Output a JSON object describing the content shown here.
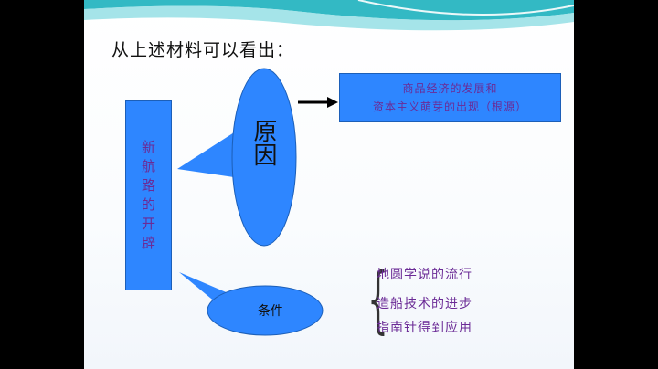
{
  "slide": {
    "heading": "从上述材料可以看出：",
    "left_box_text": "新航路的开辟",
    "cause_label": "原因",
    "result_lines": [
      "商品经济的发展和",
      "资本主义萌芽的出现（根源）"
    ],
    "condition_label": "条件",
    "conditions": [
      "地圆学说的流行",
      "造船技术的进步",
      "指南针得到应用"
    ]
  },
  "colors": {
    "box_fill": "#2e86ff",
    "box_text": "#6b2b96",
    "banner_teal": "#33b9c4"
  }
}
